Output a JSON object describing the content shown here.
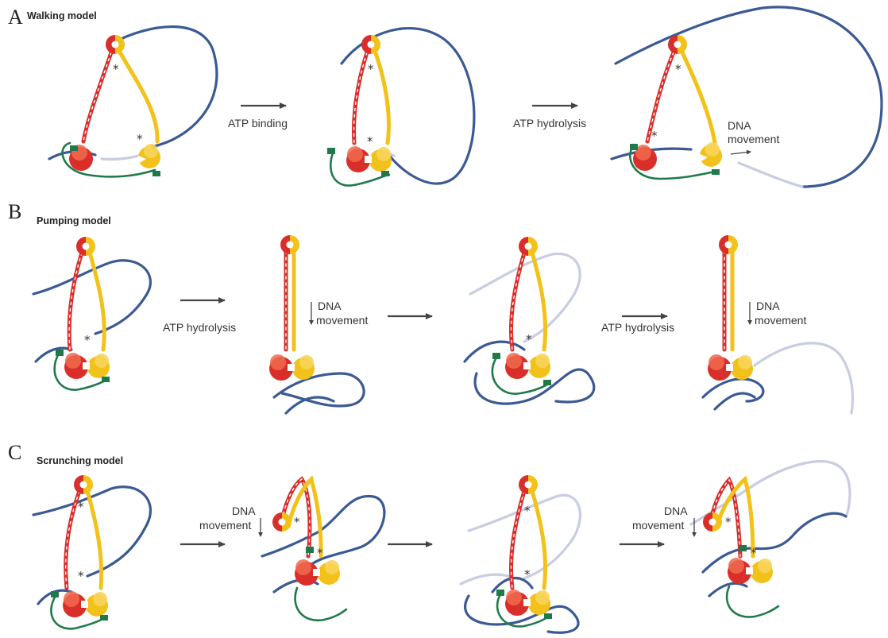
{
  "panels": [
    {
      "letter": "A",
      "title": "Walking model",
      "steps": [
        "ATP binding",
        "ATP hydrolysis"
      ],
      "movement_line1": "DNA",
      "movement_line2": "movement"
    },
    {
      "letter": "B",
      "title": "Pumping model",
      "steps": [
        "ATP hydrolysis",
        "ATP hydrolysis"
      ],
      "movement_line1": "DNA",
      "movement_line2": "movement"
    },
    {
      "letter": "C",
      "title": "Scrunching model",
      "movement_line1": "DNA",
      "movement_line2": "movement"
    }
  ],
  "colors": {
    "smc_red": "#d92e2a",
    "smc_yellow": "#f2c21a",
    "dna_dark": "#3b5a94",
    "dna_light": "#c8cde2",
    "kleisin_green": "#1f7a4a"
  },
  "marker": "*"
}
